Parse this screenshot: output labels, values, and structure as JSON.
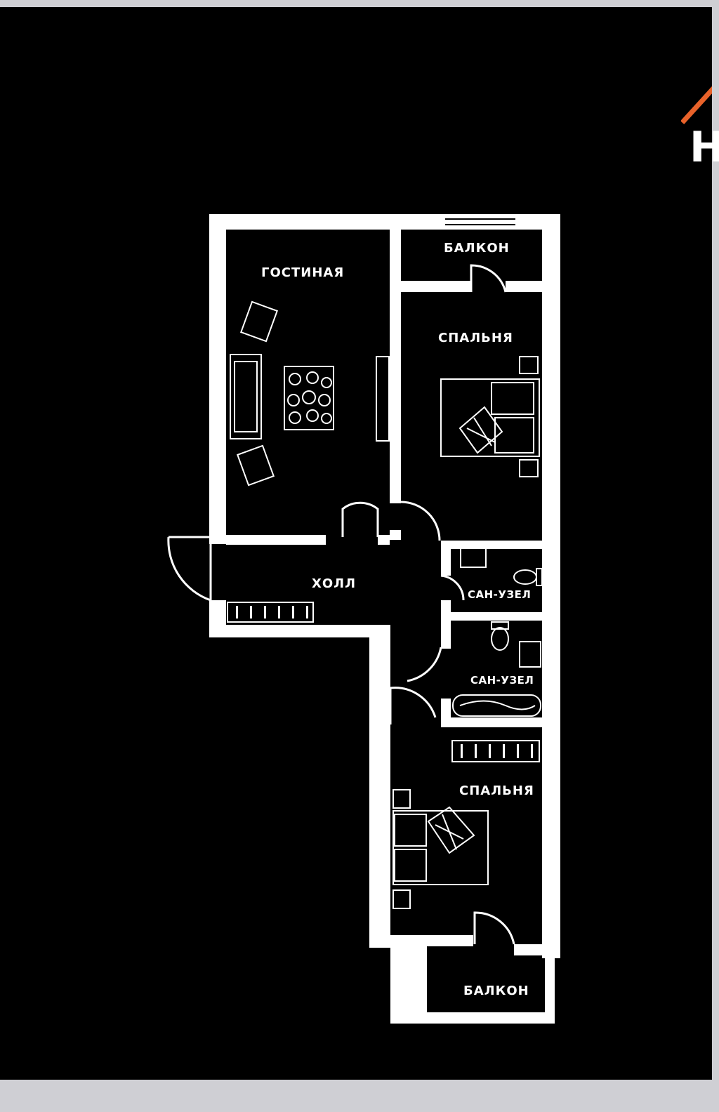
{
  "plan": {
    "rooms": {
      "living": "ГОСТИНАЯ",
      "balcony_top": "БАЛКОН",
      "bedroom_1": "СПАЛЬНЯ",
      "hall": "ХОЛЛ",
      "bathroom_1": "САН-УЗЕЛ",
      "bathroom_2": "САН-УЗЕЛ",
      "bedroom_2": "СПАЛЬНЯ",
      "balcony_bottom": "БАЛКОН"
    }
  },
  "logo": {
    "letter": "Н",
    "accent_color": "#e8622a"
  },
  "colors": {
    "background": "#000000",
    "walls": "#ffffff",
    "frame": "#cfcfd4"
  }
}
